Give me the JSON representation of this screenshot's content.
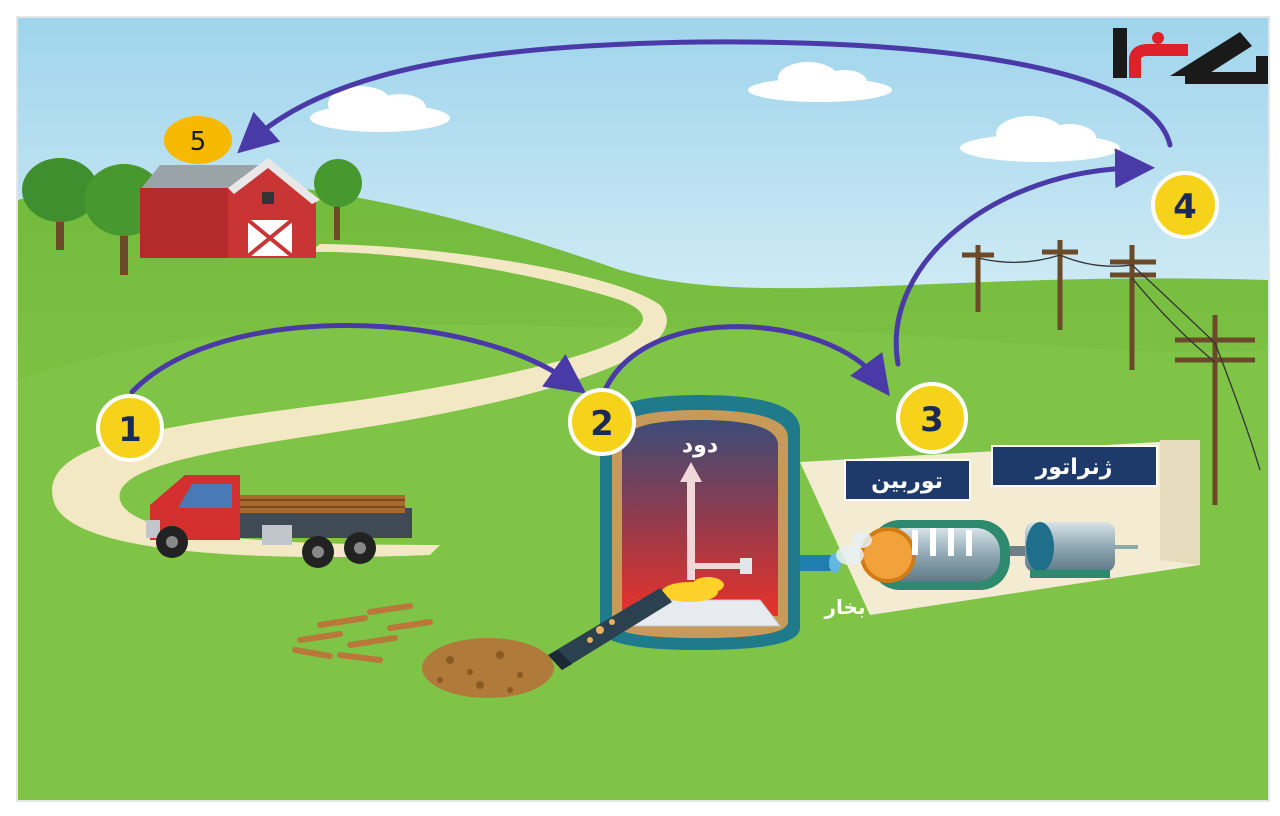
{
  "logo": {
    "text": "رکنا",
    "color_red": "#e0202a",
    "color_dark": "#1a1a1a"
  },
  "steps": [
    "1",
    "2",
    "3",
    "4",
    "5"
  ],
  "labels": {
    "smoke": "دود",
    "steam": "بخار",
    "turbine": "توربین",
    "generator": "ژنراتور"
  },
  "colors": {
    "sky": "#bfe3f2",
    "grass": "#7cc242",
    "grass_dark": "#5da533",
    "road": "#f3e8c4",
    "arrow": "#4a3aa8",
    "badge": "#f7d21b",
    "barn": "#b52a2a",
    "boiler_outer": "#1f7a8c",
    "label_bg": "#1e3a6b"
  },
  "icons": [
    "truck-icon",
    "barn-icon",
    "boiler-icon",
    "turbine-icon",
    "generator-icon",
    "power-pole-icon",
    "cloud-icon",
    "tree-icon",
    "wood-chips-icon"
  ]
}
